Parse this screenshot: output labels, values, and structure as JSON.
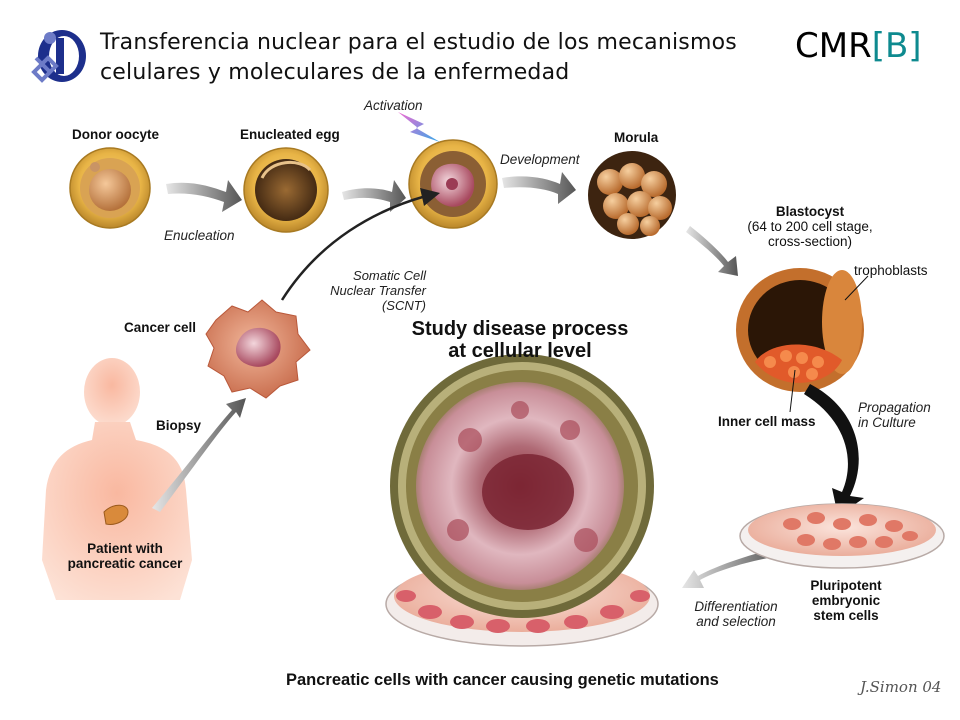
{
  "header": {
    "title_line1": "Transferencia nuclear para el estudio de los mecanismos",
    "title_line2": "celulares y moleculares de la enfermedad",
    "brand_main": "CMR",
    "brand_bracket": "[B]"
  },
  "diagram": {
    "labels": {
      "donor_oocyte": "Donor oocyte",
      "enucleated_egg": "Enucleated egg",
      "activation": "Activation",
      "development": "Development",
      "morula": "Morula",
      "enucleation": "Enucleation",
      "blastocyst_title": "Blastocyst",
      "blastocyst_line2": "(64 to 200 cell stage,",
      "blastocyst_line3": "cross-section)",
      "trophoblasts": "trophoblasts",
      "scnt_line1": "Somatic Cell",
      "scnt_line2": "Nuclear Transfer",
      "scnt_line3": "(SCNT)",
      "cancer_cell": "Cancer cell",
      "biopsy": "Biopsy",
      "patient_line1": "Patient with",
      "patient_line2": "pancreatic cancer",
      "study_line1": "Study disease process",
      "study_line2": "at cellular level",
      "inner_cell_mass": "Inner cell mass",
      "propagation_line1": "Propagation",
      "propagation_line2": "in Culture",
      "pluripotent_line1": "Pluripotent",
      "pluripotent_line2": "embryonic",
      "pluripotent_line3": "stem cells",
      "differentiation_line1": "Differentiation",
      "differentiation_line2": "and selection",
      "bottom_caption": "Pancreatic cells with cancer causing genetic mutations",
      "signature": "J.Simon 04"
    }
  }
}
